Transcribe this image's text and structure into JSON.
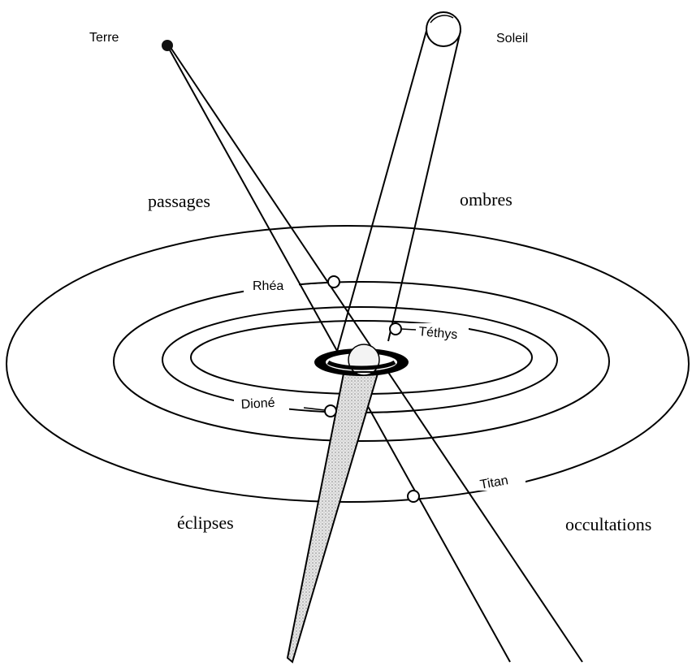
{
  "bodies": {
    "earth": "Terre",
    "sun": "Soleil"
  },
  "regions": {
    "top_left": "passages",
    "top_right": "ombres",
    "bottom_left": "éclipses",
    "bottom_right": "occultations"
  },
  "moons": {
    "rhea": "Rhéa",
    "tethys": "Téthys",
    "dione": "Dioné",
    "titan": "Titan"
  }
}
